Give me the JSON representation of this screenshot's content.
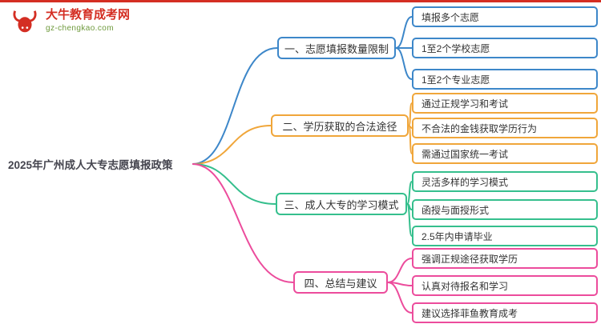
{
  "logo": {
    "title": "大牛教育成考网",
    "domain": "gz-chengkao.com",
    "brand_color": "#d42e23",
    "domain_color": "#6f9a3d"
  },
  "root": {
    "label": "2025年广州成人大专志愿填报政策"
  },
  "branches": [
    {
      "label": "一、志愿填报数量限制",
      "color": "#3d87c9",
      "children": [
        "填报多个志愿",
        "1至2个学校志愿",
        "1至2个专业志愿"
      ]
    },
    {
      "label": "二、学历获取的合法途径",
      "color": "#f0a63a",
      "children": [
        "通过正规学习和考试",
        "不合法的金钱获取学历行为",
        "需通过国家统一考试"
      ]
    },
    {
      "label": "三、成人大专的学习模式",
      "color": "#35bf8d",
      "children": [
        "灵活多样的学习模式",
        "函授与面授形式",
        "2.5年内申请毕业"
      ]
    },
    {
      "label": "四、总结与建议",
      "color": "#ec4c9c",
      "children": [
        "强调正规途径获取学历",
        "认真对待报名和学习",
        "建议选择菲鱼教育成考"
      ]
    }
  ]
}
